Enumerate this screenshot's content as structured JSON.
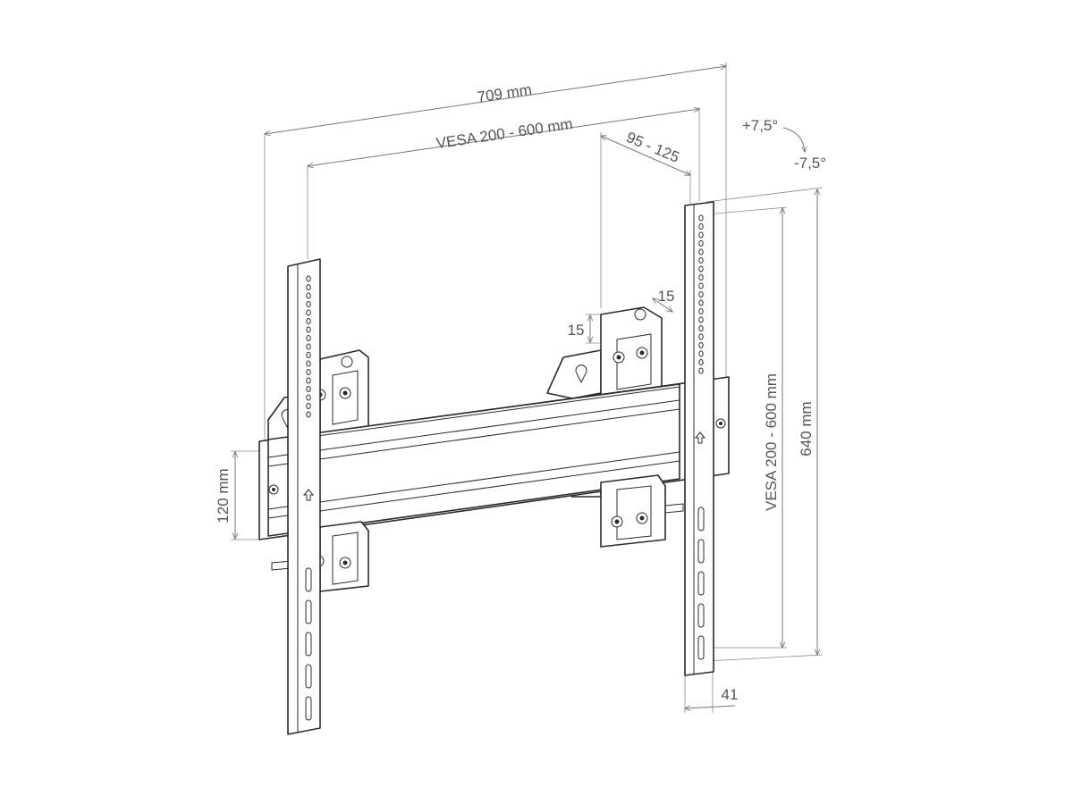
{
  "dimensions": {
    "overall_width": "709 mm",
    "vesa_horizontal": "VESA 200 - 600 mm",
    "arm_spacing": "95 - 125",
    "tilt_up": "+7,5°",
    "tilt_down": "-7,5°",
    "clamp_depth": "15",
    "clamp_height": "15",
    "rail_height": "120 mm",
    "vesa_vertical": "VESA 200 - 600 mm",
    "overall_height": "640 mm",
    "arm_width": "41"
  },
  "colors": {
    "line": "#2b2b2b",
    "dimension": "#777777",
    "text": "#555555",
    "background": "#ffffff"
  }
}
